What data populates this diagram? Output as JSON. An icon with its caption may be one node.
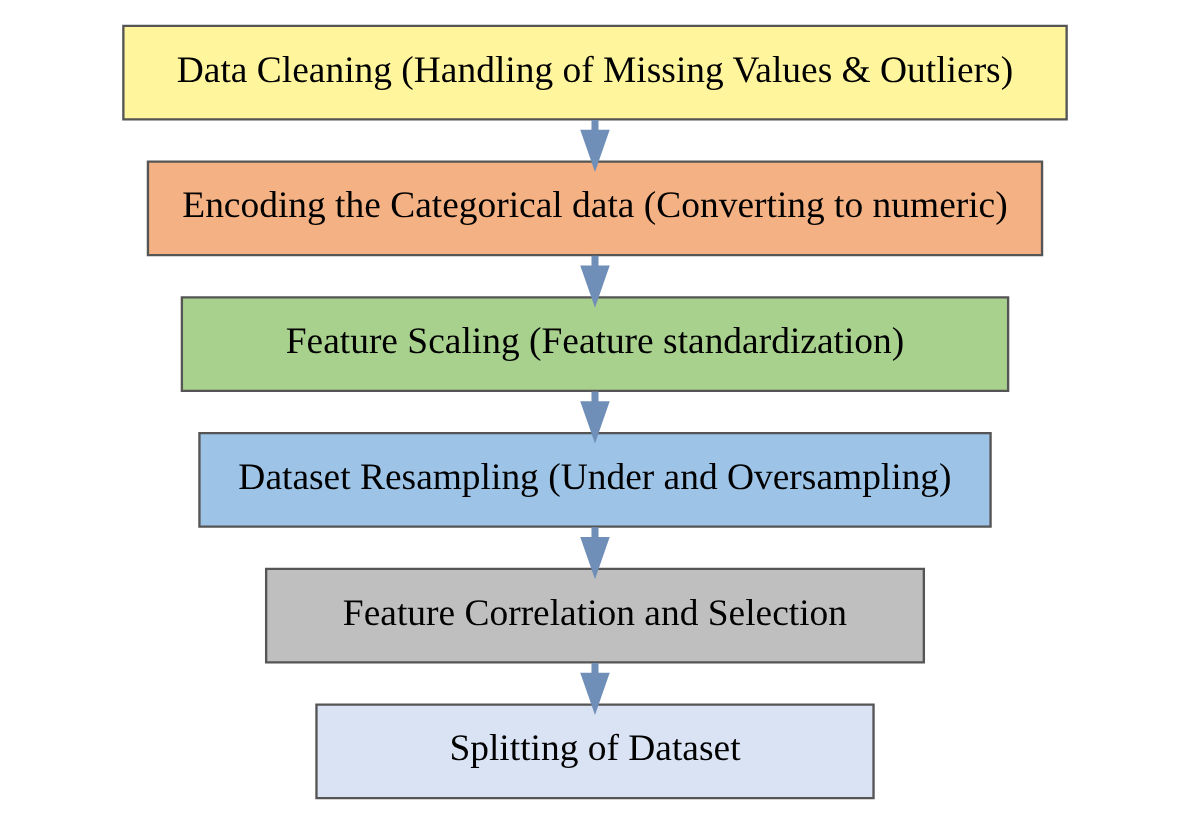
{
  "diagram": {
    "nodes": [
      {
        "text": [
          "Data Cleaning (Handling of Missing Values & Outliers)"
        ]
      },
      {
        "text": [
          "Encoding the Categorical data (Converting to numeric)"
        ]
      },
      {
        "text": [
          "Feature Scaling (Feature standardization)"
        ]
      },
      {
        "text": [
          "Dataset Resampling (Under and Oversampling)"
        ]
      },
      {
        "text": [
          "Feature Correlation and Selection"
        ]
      },
      {
        "text": [
          "Splitting of Dataset"
        ]
      }
    ],
    "edges": [
      {
        "from": 0,
        "to": 1,
        "arrow": "to"
      },
      {
        "from": 1,
        "to": 2,
        "arrow": "to"
      },
      {
        "from": 2,
        "to": 3,
        "arrow": "to"
      },
      {
        "from": 3,
        "to": 4,
        "arrow": "to"
      },
      {
        "from": 4,
        "to": 5,
        "arrow": "to"
      }
    ]
  }
}
